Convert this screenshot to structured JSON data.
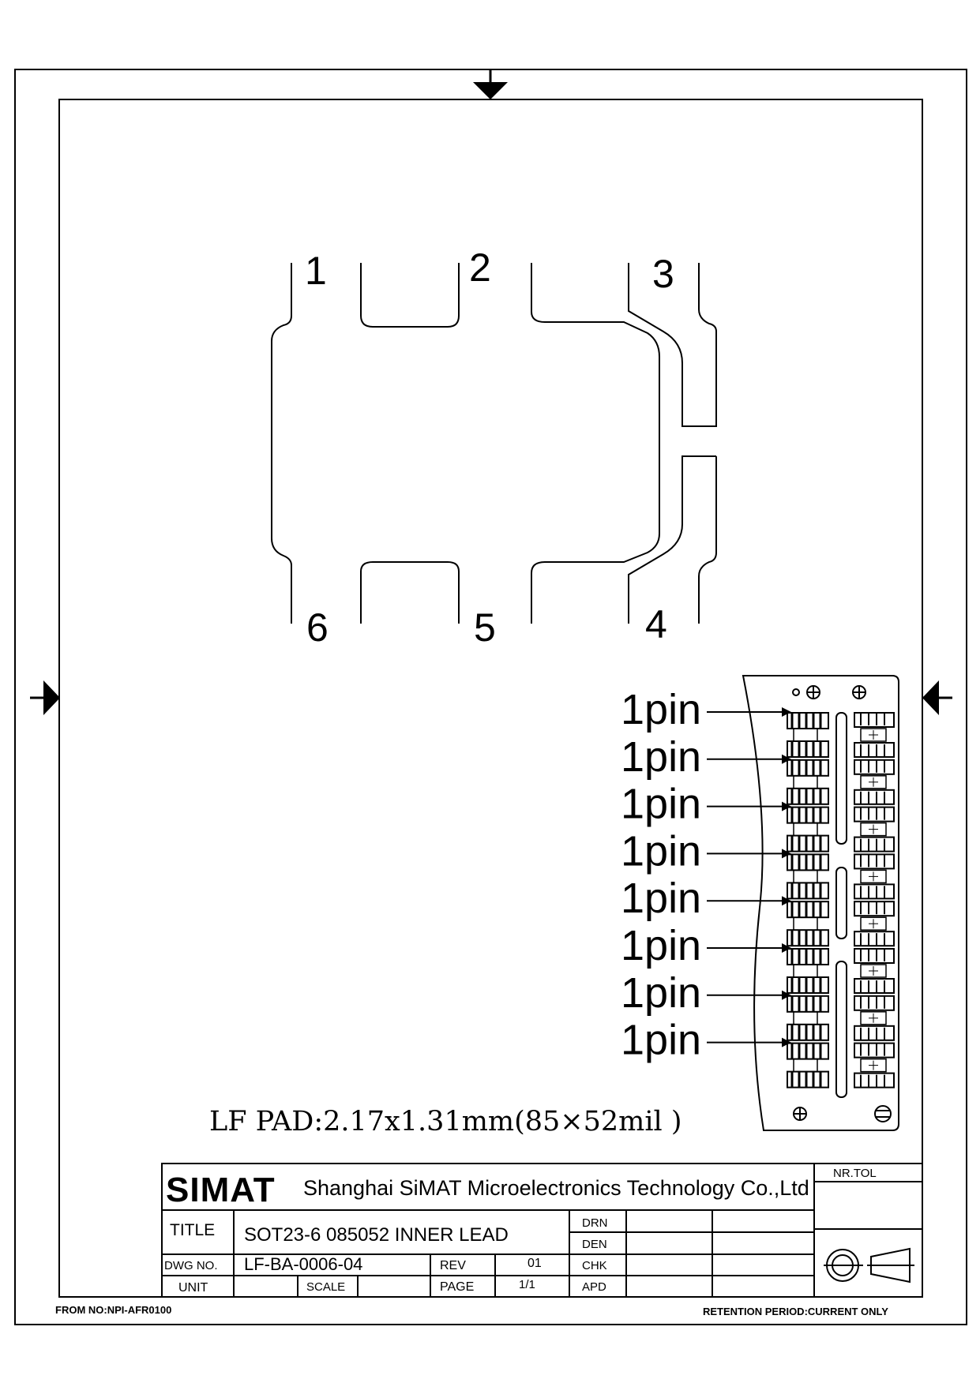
{
  "lead_labels": {
    "p1": "1",
    "p2": "2",
    "p3": "3",
    "p4": "4",
    "p5": "5",
    "p6": "6"
  },
  "strip_labels": [
    "1pin",
    "1pin",
    "1pin",
    "1pin",
    "1pin",
    "1pin",
    "1pin",
    "1pin"
  ],
  "pad_note": "LF PAD:2.17x1.31mm(85×52mil )",
  "title_block": {
    "logo": "SIMAT",
    "company": "Shanghai SiMAT Microelectronics Technology Co.,Ltd",
    "title_label": "TITLE",
    "title_value": "SOT23-6 085052 INNER LEAD",
    "dwg_label": "DWG NO.",
    "dwg_value": "LF-BA-0006-04",
    "rev_label": "REV",
    "rev_value": "01",
    "unit_label": "UNIT",
    "scale_label": "SCALE",
    "page_label": "PAGE",
    "page_value": "1/1",
    "drn": "DRN",
    "den": "DEN",
    "chk": "CHK",
    "apd": "APD",
    "nr_tol": "NR.TOL"
  },
  "footer": {
    "form_no": "FROM NO:NPI-AFR0100",
    "retention": "RETENTION PERIOD:CURRENT ONLY"
  }
}
